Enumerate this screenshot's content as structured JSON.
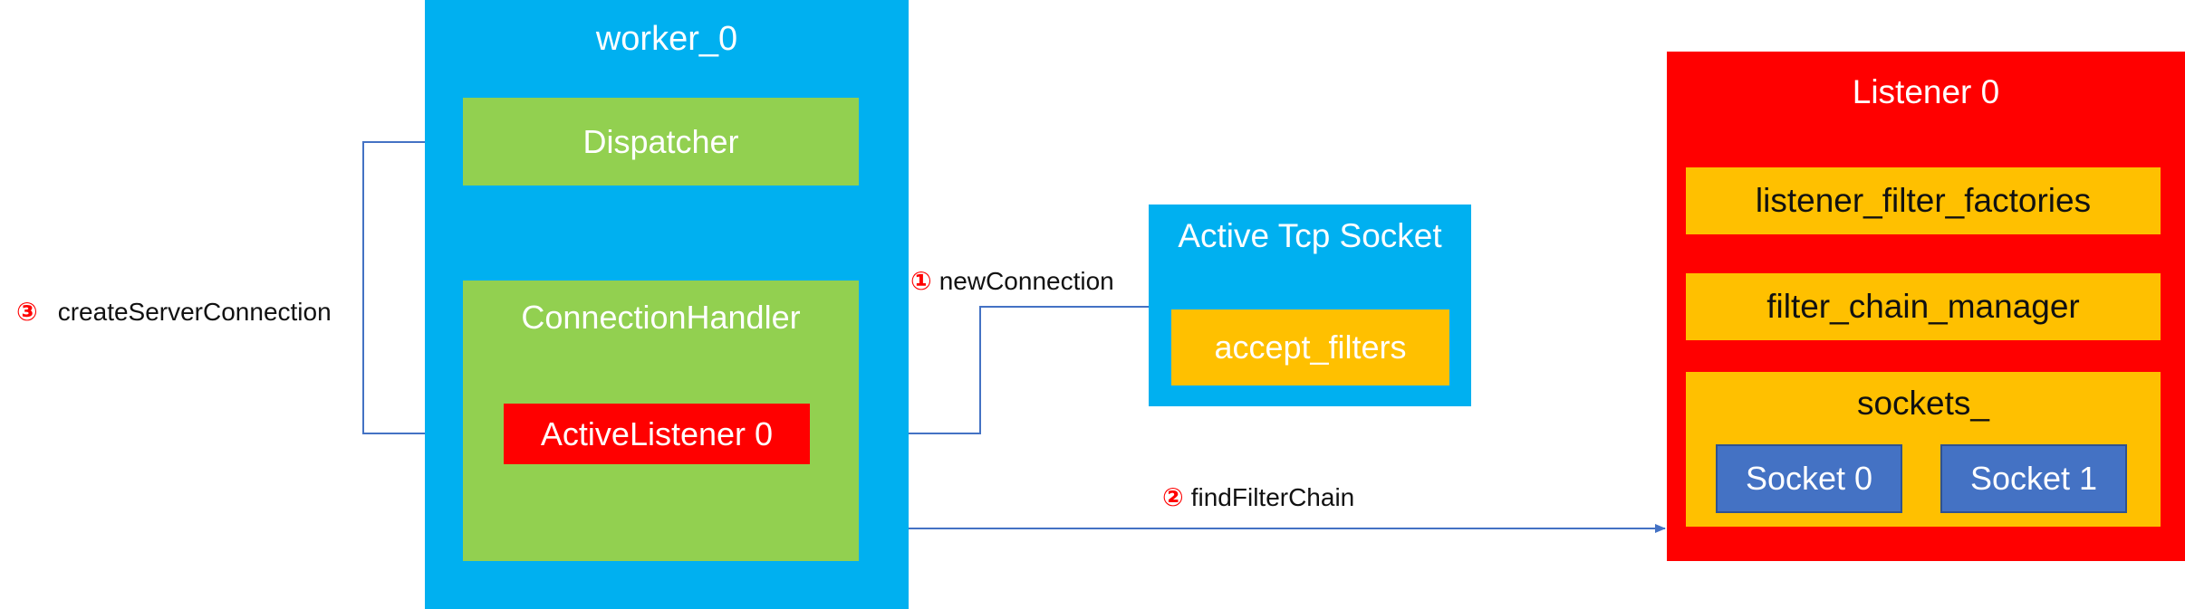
{
  "worker": {
    "title": "worker_0",
    "dispatcher": "Dispatcher",
    "connection_handler": {
      "title": "ConnectionHandler",
      "active_listener": "ActiveListener 0"
    }
  },
  "active_tcp_socket": {
    "title": "Active Tcp Socket",
    "accept_filters": "accept_filters"
  },
  "listener": {
    "title": "Listener 0",
    "listener_filter_factories": "listener_filter_factories",
    "filter_chain_manager": "filter_chain_manager",
    "sockets": {
      "title": "sockets_",
      "items": [
        "Socket 0",
        "Socket 1"
      ]
    }
  },
  "edges": {
    "new_connection": {
      "num": "①",
      "label": "newConnection"
    },
    "find_filter_chain": {
      "num": "②",
      "label": "findFilterChain"
    },
    "create_server_connection": {
      "num": "③",
      "label": "createServerConnection"
    }
  },
  "colors": {
    "blue": "#00b0f0",
    "green": "#92d050",
    "red": "#ff0000",
    "orange": "#ffc000",
    "socket_blue": "#4472c4",
    "arrow": "#4472c4"
  }
}
